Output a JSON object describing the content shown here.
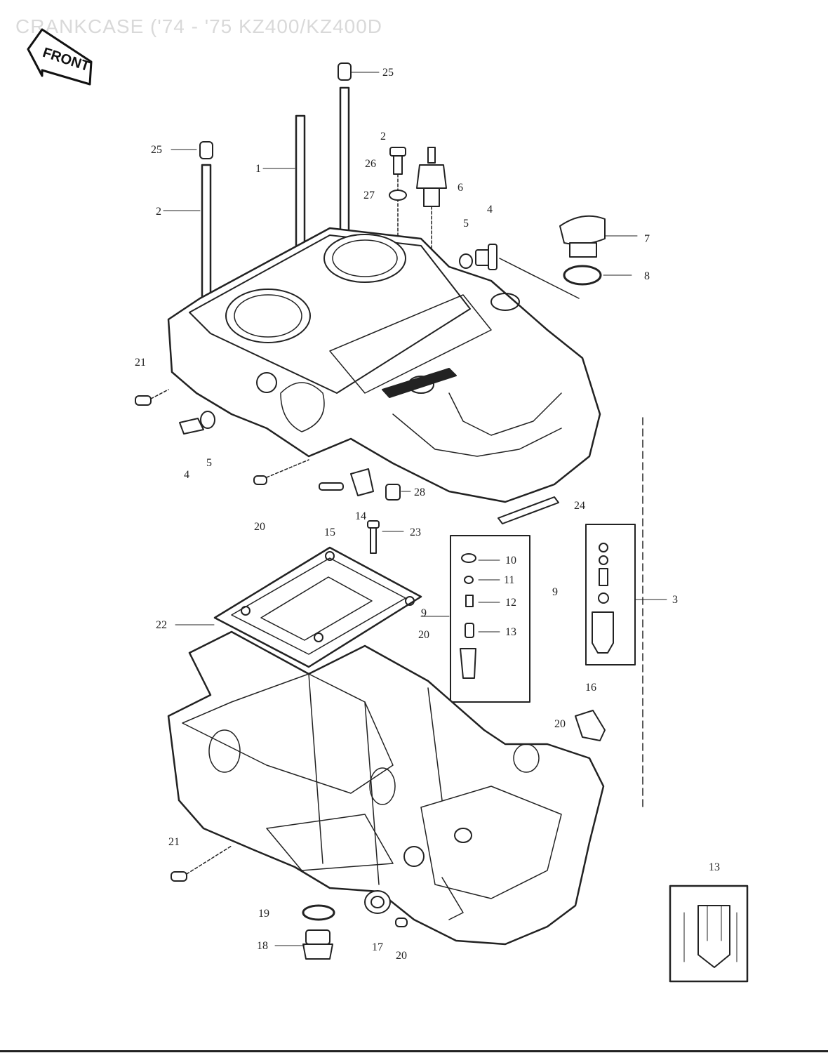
{
  "title": "CRANKCASE ('74 - '75 KZ400/KZ400D",
  "front_badge": "FRONT",
  "callouts": {
    "c1": "1",
    "c2a": "2",
    "c2b": "2",
    "c3": "3",
    "c4a": "4",
    "c4b": "4",
    "c5a": "5",
    "c5b": "5",
    "c6": "6",
    "c7": "7",
    "c8": "8",
    "c9a": "9",
    "c9b": "9",
    "c10": "10",
    "c11": "11",
    "c12": "12",
    "c13a": "13",
    "c13b": "13",
    "c14": "14",
    "c15": "15",
    "c16": "16",
    "c17": "17",
    "c18": "18",
    "c19": "19",
    "c20a": "20",
    "c20b": "20",
    "c20c": "20",
    "c20d": "20",
    "c21a": "21",
    "c21b": "21",
    "c22": "22",
    "c23": "23",
    "c24": "24",
    "c25a": "25",
    "c25b": "25",
    "c26": "26",
    "c27": "27",
    "c28": "28"
  }
}
